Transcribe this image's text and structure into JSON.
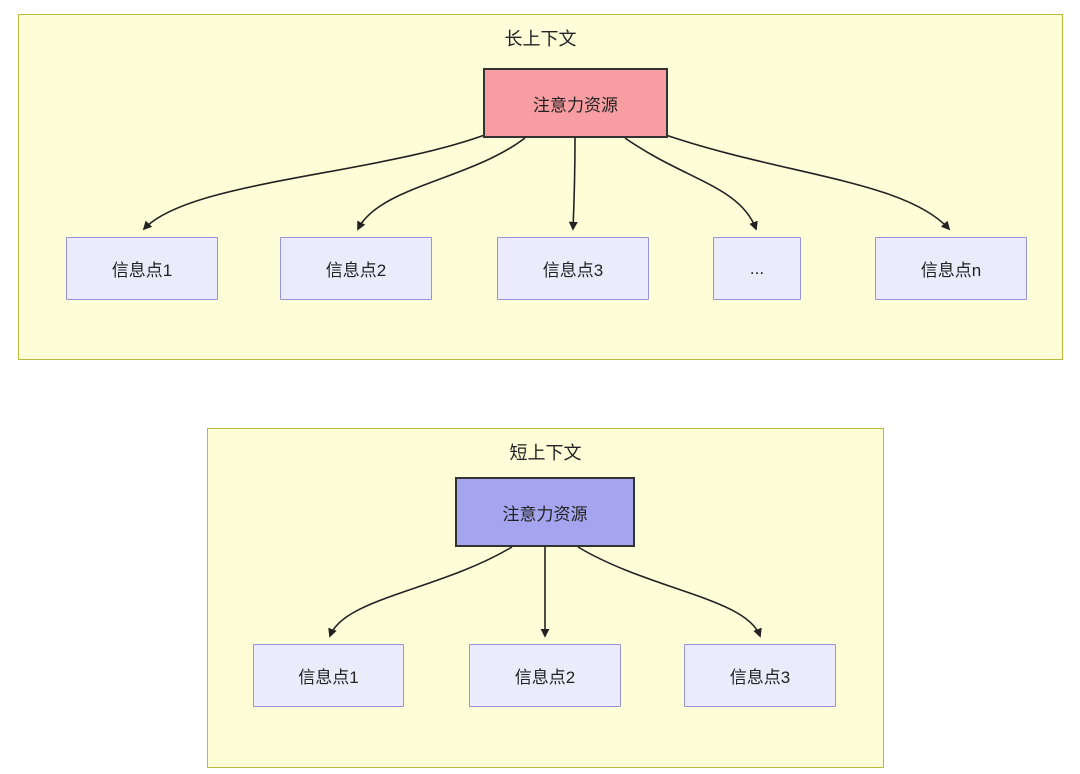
{
  "long": {
    "title": "长上下文",
    "attention": "注意力资源",
    "nodes": [
      "信息点1",
      "信息点2",
      "信息点3",
      "...",
      "信息点n"
    ]
  },
  "short": {
    "title": "短上下文",
    "attention": "注意力资源",
    "nodes": [
      "信息点1",
      "信息点2",
      "信息点3"
    ]
  },
  "colors": {
    "panel_fill": "#fdfdd8",
    "panel_border": "#b9b93a",
    "attention_long_fill": "#f89ea3",
    "attention_short_fill": "#a5a5ef",
    "attention_border": "#333333",
    "node_fill": "#ebebfc",
    "node_border": "#9494d6",
    "arrow": "#222222",
    "text": "#222222"
  }
}
